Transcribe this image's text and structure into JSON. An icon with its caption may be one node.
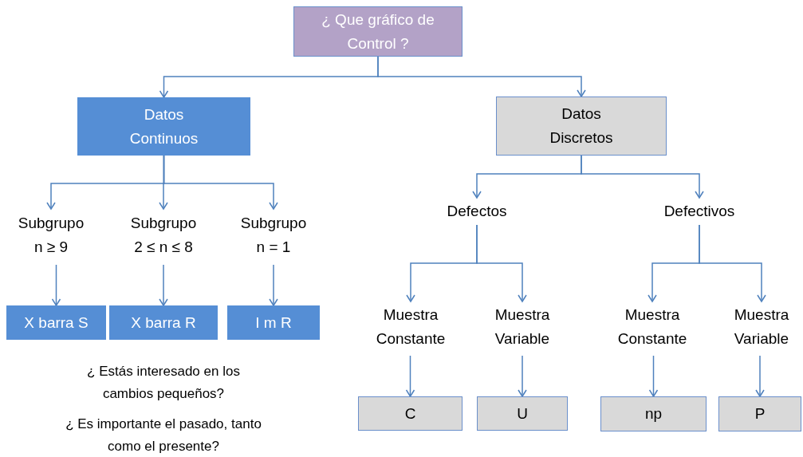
{
  "diagram": {
    "nodes": [
      {
        "text": [
          "¿ Que gráfico de Control ?"
        ]
      },
      {
        "text": [
          "Datos Continuos"
        ]
      },
      {
        "text": [
          "Datos Discretos"
        ]
      },
      {
        "text": [
          "Subgrupo n ≥ 9"
        ]
      },
      {
        "text": [
          "Subgrupo 2 ≤ n ≤ 8"
        ]
      },
      {
        "text": [
          "Subgrupo n = 1"
        ]
      },
      {
        "text": [
          "X barra S"
        ]
      },
      {
        "text": [
          "X barra R"
        ]
      },
      {
        "text": [
          "I m R"
        ]
      },
      {
        "text": [
          "Defectos"
        ]
      },
      {
        "text": [
          "Defectivos"
        ]
      },
      {
        "text": [
          "Muestra Constante"
        ]
      },
      {
        "text": [
          "Muestra Variable"
        ]
      },
      {
        "text": [
          "Muestra Constante"
        ]
      },
      {
        "text": [
          "Muestra Variable"
        ]
      },
      {
        "text": [
          "C"
        ]
      },
      {
        "text": [
          "U"
        ]
      },
      {
        "text": [
          "np"
        ]
      },
      {
        "text": [
          "P"
        ]
      }
    ],
    "edges": [
      {
        "from": 0,
        "to": 1,
        "arrow": "to"
      },
      {
        "from": 0,
        "to": 2,
        "arrow": "to"
      },
      {
        "from": 1,
        "to": 3,
        "arrow": "to"
      },
      {
        "from": 1,
        "to": 4,
        "arrow": "to"
      },
      {
        "from": 1,
        "to": 5,
        "arrow": "to"
      },
      {
        "from": 3,
        "to": 6,
        "arrow": "to"
      },
      {
        "from": 4,
        "to": 7,
        "arrow": "to"
      },
      {
        "from": 5,
        "to": 8,
        "arrow": "to"
      },
      {
        "from": 2,
        "to": 9,
        "arrow": "to"
      },
      {
        "from": 2,
        "to": 10,
        "arrow": "to"
      },
      {
        "from": 9,
        "to": 11,
        "arrow": "to"
      },
      {
        "from": 9,
        "to": 12,
        "arrow": "to"
      },
      {
        "from": 10,
        "to": 13,
        "arrow": "to"
      },
      {
        "from": 10,
        "to": 14,
        "arrow": "to"
      },
      {
        "from": 11,
        "to": 15,
        "arrow": "to"
      },
      {
        "from": 12,
        "to": 16,
        "arrow": "to"
      },
      {
        "from": 13,
        "to": 17,
        "arrow": "to"
      },
      {
        "from": 14,
        "to": 18,
        "arrow": "to"
      }
    ],
    "labels": [
      "¿ Estás interesado en los cambios pequeños?",
      "¿ Es importante el pasado, tanto como el presente?"
    ]
  }
}
